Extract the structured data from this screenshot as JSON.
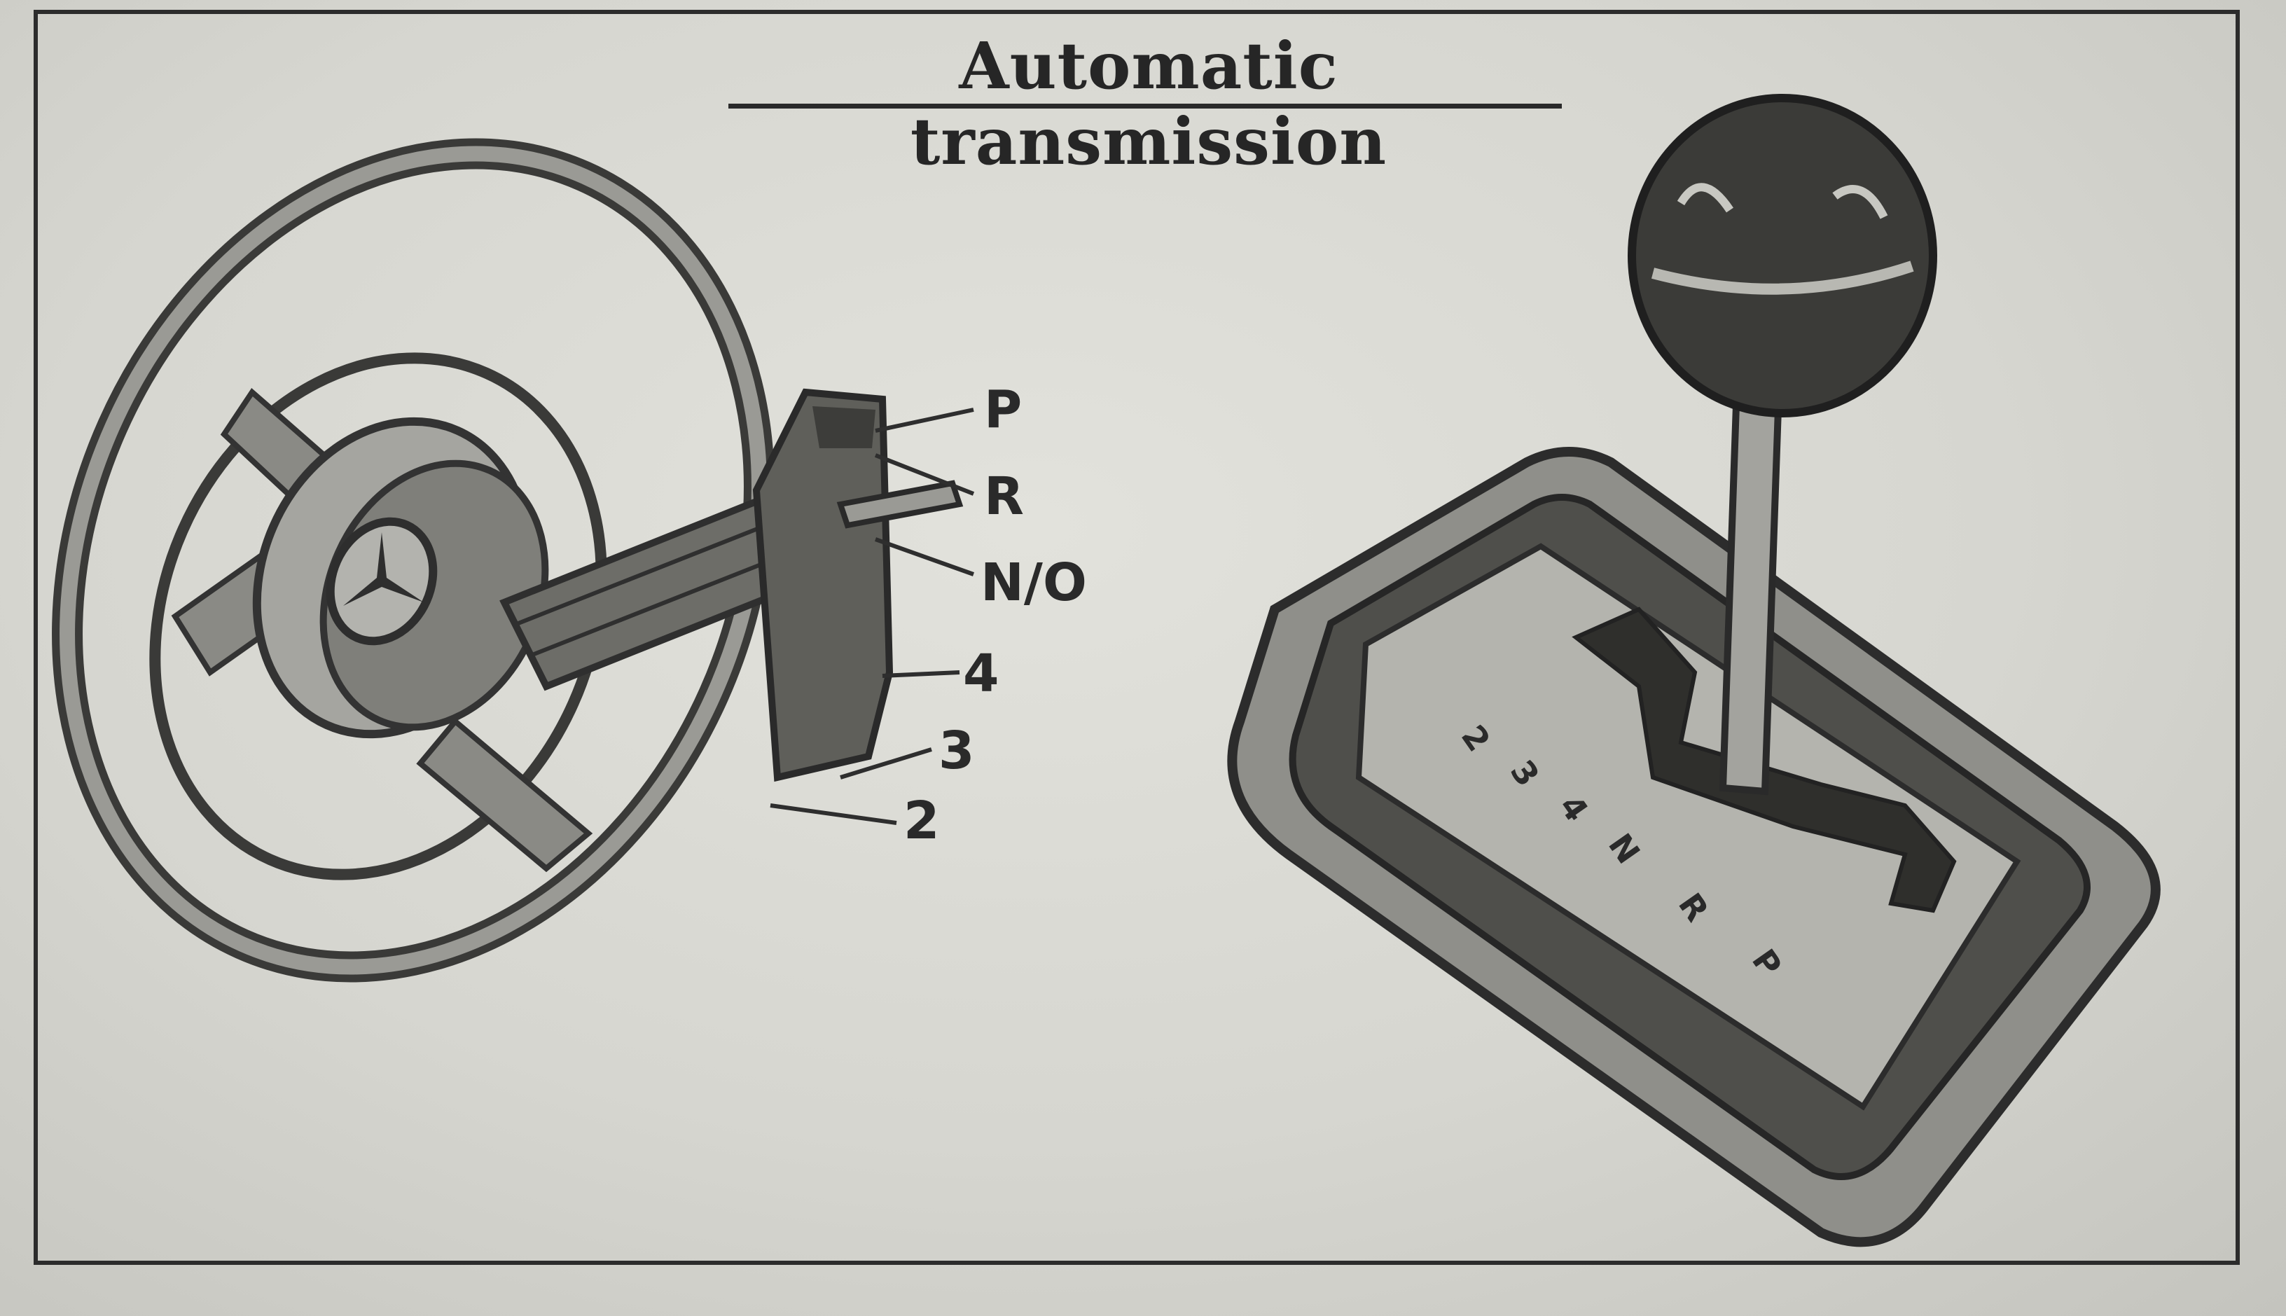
{
  "diagram": {
    "title": "Automatic transmission",
    "column_selector_labels": [
      "P",
      "R",
      "N/O",
      "4",
      "3",
      "2"
    ],
    "floor_gate_labels": [
      "2",
      "3",
      "4",
      "N",
      "R",
      "P"
    ]
  },
  "colors": {
    "ink": "#2a2a2a",
    "paper": "#dcdcd6",
    "shading": "#8f8f8a"
  }
}
